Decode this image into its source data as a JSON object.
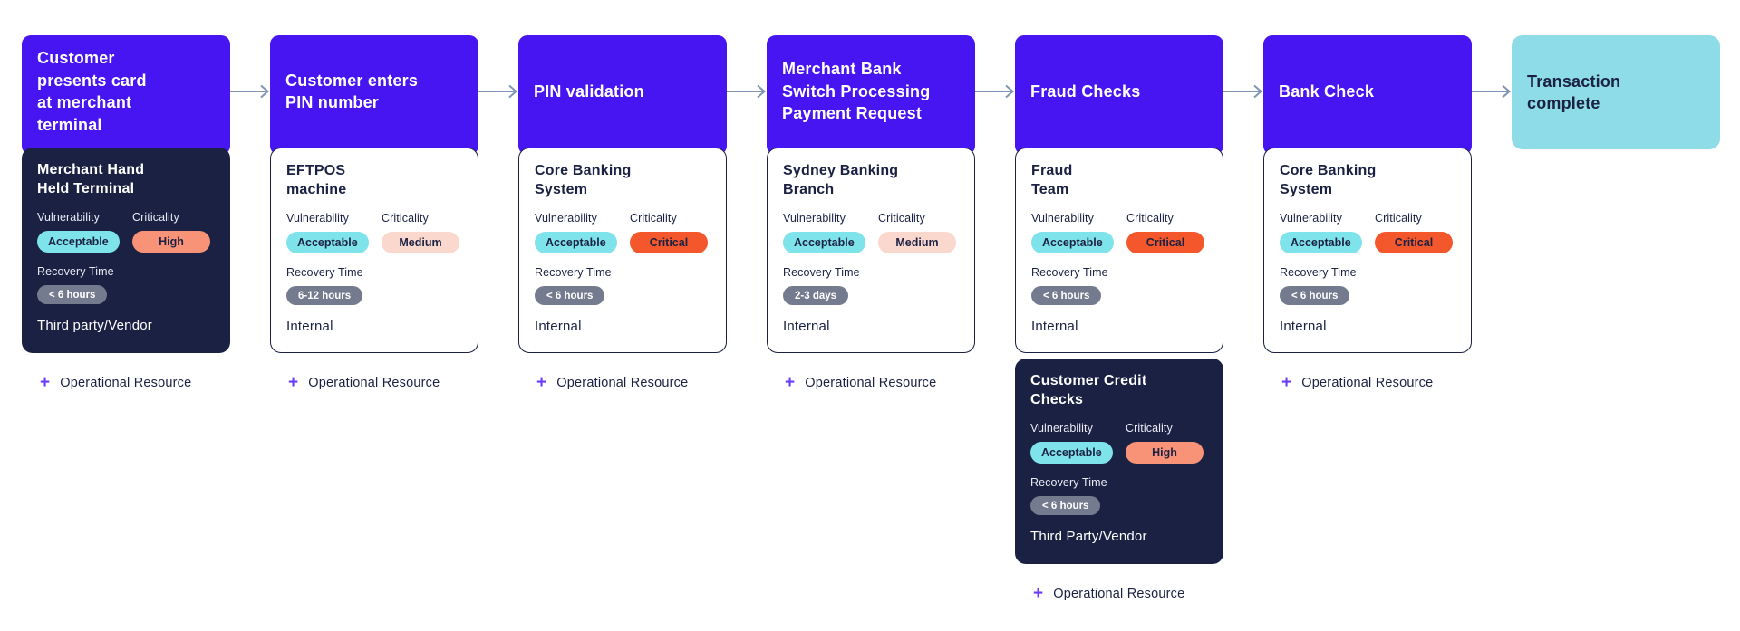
{
  "labels": {
    "vulnerability": "Vulnerability",
    "criticality": "Criticality",
    "recovery_time": "Recovery Time",
    "add_resource": "Operational Resource",
    "plus": "+"
  },
  "colors": {
    "step_header_bg": "#4714F2",
    "step_header_text": "#FFFFFF",
    "end_step_bg": "#8DDCE8",
    "dark_card_bg": "#1B2142",
    "light_card_bg": "#FFFFFF",
    "card_border": "#1B2142",
    "chip_acceptable_bg": "#7EE3EA",
    "chip_high_bg": "#F89377",
    "chip_critical_bg": "#F4572C",
    "chip_medium_bg": "#FAD8CD",
    "chip_recovery_bg": "#757B8E",
    "arrow": "#8094B5",
    "plus_icon": "#6B3BF7",
    "text_dark": "#1B2142"
  },
  "flow": {
    "steps": [
      {
        "type": "process",
        "title": "Customer\npresents card\nat merchant\nterminal",
        "add_resource": true,
        "resources": [
          {
            "name": "Merchant Hand\nHeld Terminal",
            "theme": "dark",
            "vulnerability": "Acceptable",
            "vulnerability_level": "acceptable",
            "criticality": "High",
            "criticality_level": "high",
            "recovery_time": "< 6 hours",
            "ownership": "Third party/Vendor"
          }
        ]
      },
      {
        "type": "process",
        "title": "Customer enters\nPIN number",
        "add_resource": true,
        "resources": [
          {
            "name": "EFTPOS\nmachine",
            "theme": "light",
            "vulnerability": "Acceptable",
            "vulnerability_level": "acceptable",
            "criticality": "Medium",
            "criticality_level": "medium",
            "recovery_time": "6-12 hours",
            "ownership": "Internal"
          }
        ]
      },
      {
        "type": "process",
        "title": "PIN validation",
        "add_resource": true,
        "resources": [
          {
            "name": "Core Banking\nSystem",
            "theme": "light",
            "vulnerability": "Acceptable",
            "vulnerability_level": "acceptable",
            "criticality": "Critical",
            "criticality_level": "critical",
            "recovery_time": "< 6 hours",
            "ownership": "Internal"
          }
        ]
      },
      {
        "type": "process",
        "title": "Merchant Bank\nSwitch Processing\nPayment Request",
        "add_resource": true,
        "resources": [
          {
            "name": "Sydney Banking\nBranch",
            "theme": "light",
            "vulnerability": "Acceptable",
            "vulnerability_level": "acceptable",
            "criticality": "Medium",
            "criticality_level": "medium",
            "recovery_time": "2-3 days",
            "ownership": "Internal"
          }
        ]
      },
      {
        "type": "process",
        "title": "Fraud Checks",
        "add_resource": true,
        "resources": [
          {
            "name": "Fraud\nTeam",
            "theme": "light",
            "vulnerability": "Acceptable",
            "vulnerability_level": "acceptable",
            "criticality": "Critical",
            "criticality_level": "critical",
            "recovery_time": "< 6 hours",
            "ownership": "Internal"
          },
          {
            "name": "Customer Credit\nChecks",
            "theme": "dark",
            "vulnerability": "Acceptable",
            "vulnerability_level": "acceptable",
            "criticality": "High",
            "criticality_level": "high",
            "recovery_time": "< 6 hours",
            "ownership": "Third Party/Vendor"
          }
        ]
      },
      {
        "type": "process",
        "title": "Bank Check",
        "add_resource": true,
        "resources": [
          {
            "name": "Core Banking\nSystem",
            "theme": "light",
            "vulnerability": "Acceptable",
            "vulnerability_level": "acceptable",
            "criticality": "Critical",
            "criticality_level": "critical",
            "recovery_time": "< 6 hours",
            "ownership": "Internal"
          }
        ]
      },
      {
        "type": "end",
        "title": "Transaction\ncomplete",
        "add_resource": false,
        "resources": []
      }
    ]
  }
}
